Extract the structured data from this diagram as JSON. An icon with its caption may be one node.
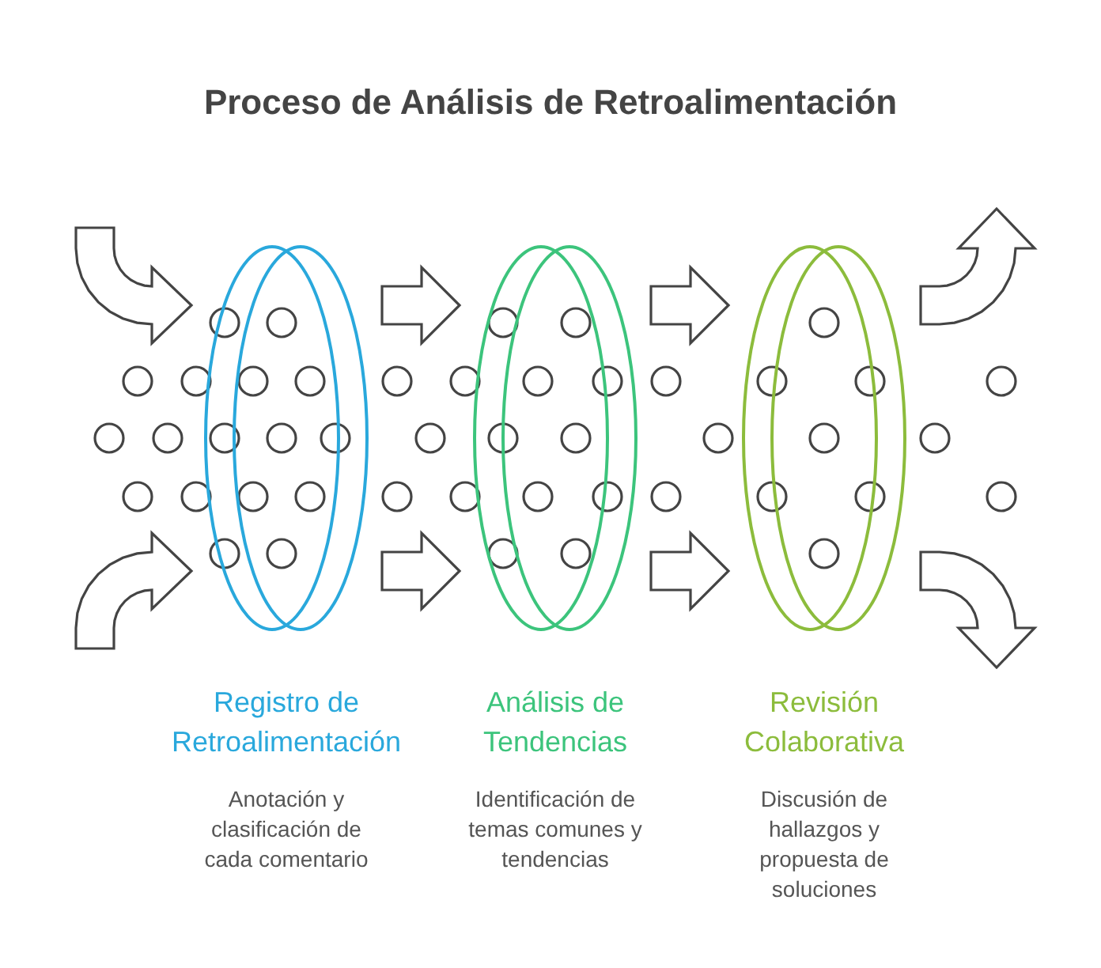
{
  "diagram": {
    "title": "Proceso de Análisis de Retroalimentación",
    "nodes": [
      {
        "text": [
          "Registro de Retroalimentación",
          "Anotación y clasificación de cada comentario"
        ]
      },
      {
        "text": [
          "Análisis de Tendencias",
          "Identificación de temas comunes y tendencias"
        ]
      },
      {
        "text": [
          "Revisión Colaborativa",
          "Discusión de hallazgos y propuesta de soluciones"
        ]
      }
    ],
    "edges": [
      {
        "from": null,
        "to": 0,
        "arrow": "to"
      },
      {
        "from": null,
        "to": 0,
        "arrow": "to"
      },
      {
        "from": 0,
        "to": 1,
        "arrow": "to"
      },
      {
        "from": 0,
        "to": 1,
        "arrow": "to"
      },
      {
        "from": 1,
        "to": 2,
        "arrow": "to"
      },
      {
        "from": 1,
        "to": 2,
        "arrow": "to"
      },
      {
        "from": 2,
        "to": null,
        "arrow": "to"
      },
      {
        "from": 2,
        "to": null,
        "arrow": "to"
      }
    ]
  }
}
